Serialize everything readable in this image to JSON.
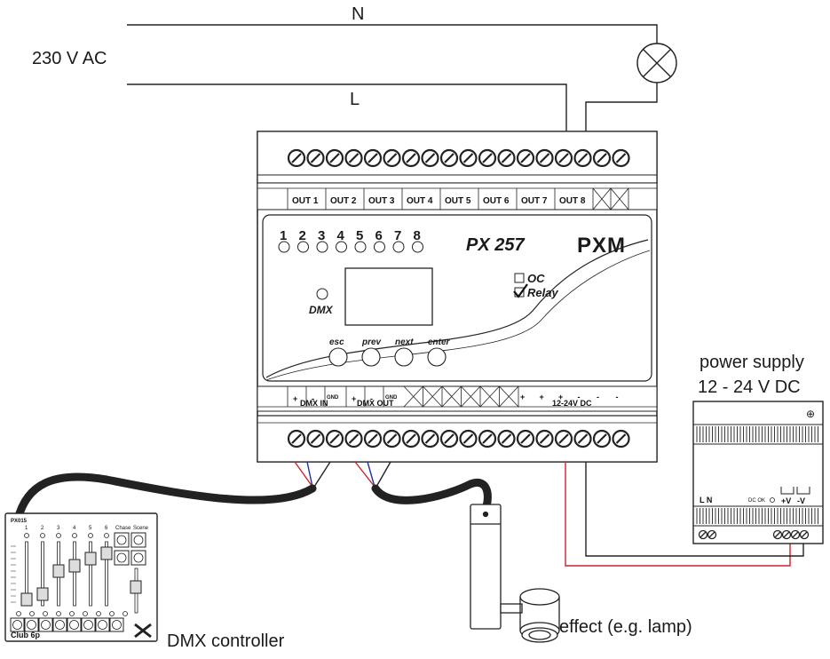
{
  "mains": {
    "label": "230 V AC",
    "neutral": "N",
    "line": "L"
  },
  "device": {
    "model": "PX 257",
    "brand": "PXM",
    "channels": [
      "1",
      "2",
      "3",
      "4",
      "5",
      "6",
      "7",
      "8"
    ],
    "outputs": [
      "OUT 1",
      "OUT 2",
      "OUT 3",
      "OUT 4",
      "OUT 5",
      "OUT 6",
      "OUT 7",
      "OUT 8"
    ],
    "dmx_indicator": "DMX",
    "mode_oc": "OC",
    "mode_relay": "Relay",
    "buttons": [
      "esc",
      "prev",
      "next",
      "enter"
    ],
    "bottom_terms": {
      "plus": "+",
      "minus": "-",
      "gnd": "GND",
      "dmx_in": "DMX IN",
      "dmx_out": "DMX OUT",
      "supply": "12-24V DC"
    }
  },
  "power_supply": {
    "title_line1": "power supply",
    "title_line2": "12 - 24 V DC",
    "ln": "L N",
    "dcok": "DC OK",
    "plus_v": "+V",
    "minus_v": "-V"
  },
  "controller": {
    "label": "DMX controller",
    "model_small": "PX015",
    "name": "Club 6p",
    "channels": [
      "1",
      "2",
      "3",
      "4",
      "5",
      "6"
    ],
    "chase": "Chase",
    "scene": "Scene"
  },
  "effect": {
    "label": "effect (e.g. lamp)"
  },
  "colors": {
    "line": "#1a1a1a",
    "red_wire": "#d0202a",
    "blue_wire": "#2030a0",
    "cable": "#222"
  }
}
